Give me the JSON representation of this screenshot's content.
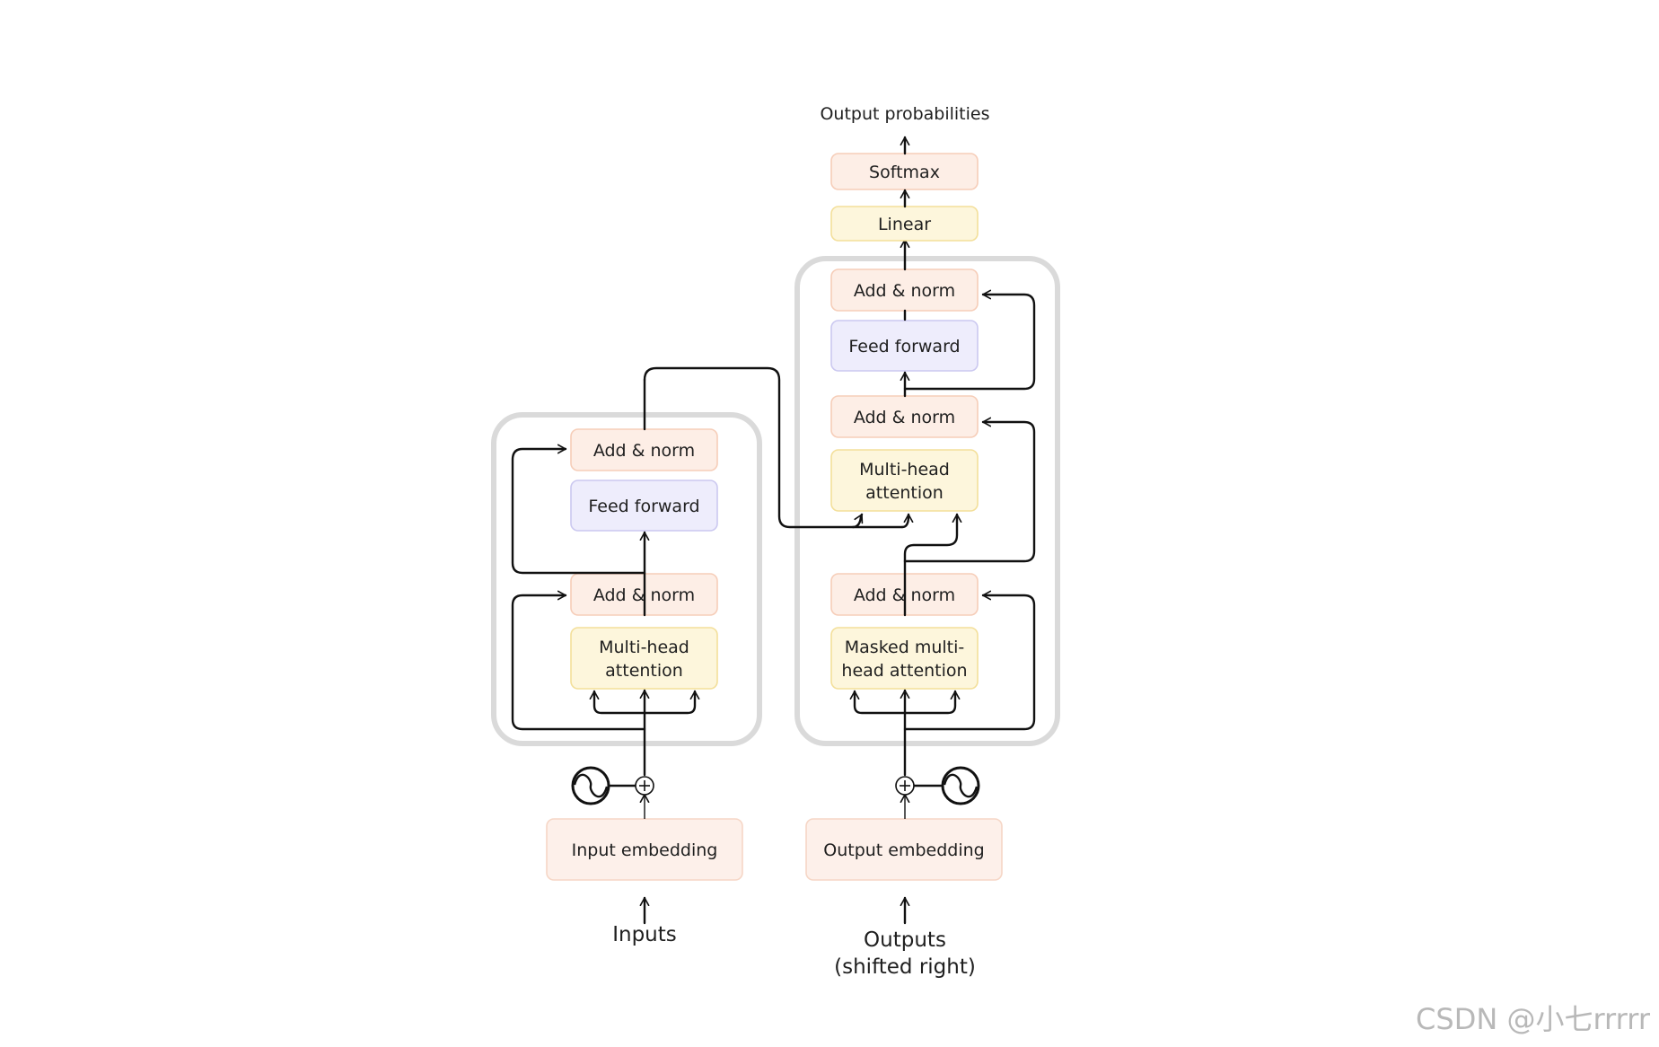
{
  "colors": {
    "norm_fill": "#fdeee6",
    "norm_stroke": "#f6cdb8",
    "ff_fill": "#eeedfc",
    "ff_stroke": "#cbc8f0",
    "att_fill": "#fdf6dc",
    "att_stroke": "#f3df9a",
    "emb_fill": "#fdf0ea",
    "emb_stroke": "#f6d6c6",
    "frame": "#dadada",
    "line": "#111111"
  },
  "encoder": {
    "add_norm_top": "Add & norm",
    "feed_forward": "Feed forward",
    "add_norm_bottom": "Add & norm",
    "attention": [
      "Multi-head",
      "attention"
    ],
    "input_embedding": "Input embedding",
    "inputs": "Inputs"
  },
  "decoder": {
    "add_norm_top": "Add & norm",
    "feed_forward": "Feed forward",
    "add_norm_mid": "Add & norm",
    "cross_attention": [
      "Multi-head",
      "attention"
    ],
    "add_norm_bottom": "Add & norm",
    "masked_attention": [
      "Masked multi-",
      "head attention"
    ],
    "output_embedding": "Output embedding",
    "outputs": [
      "Outputs",
      "(shifted right)"
    ]
  },
  "head": {
    "linear": "Linear",
    "softmax": "Softmax",
    "output_probabilities": "Output probabilities"
  },
  "icons": [
    "positional-encoding-icon",
    "add-circle-icon"
  ],
  "watermark": "CSDN @小七rrrrr"
}
